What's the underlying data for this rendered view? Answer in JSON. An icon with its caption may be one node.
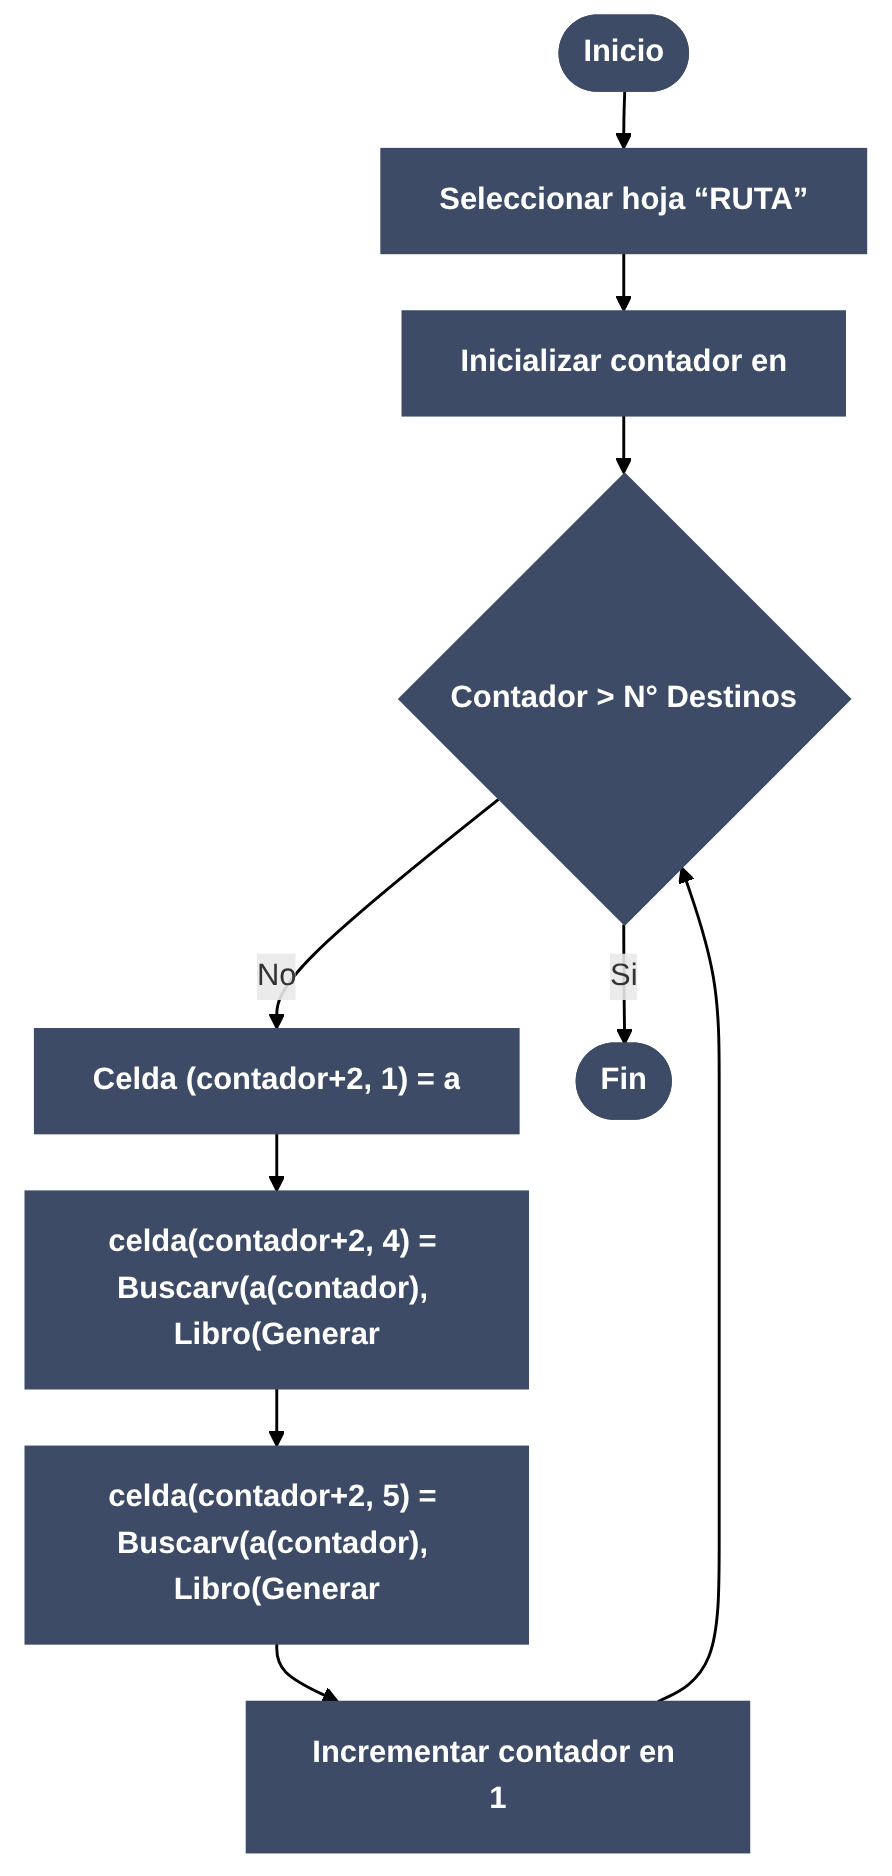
{
  "diagram": {
    "nodes": [
      {
        "text": [
          "Inicio"
        ]
      },
      {
        "text": [
          "Seleccionar hoja “RUTA”"
        ]
      },
      {
        "text": [
          "Inicializar contador en"
        ]
      },
      {
        "text": [
          "Contador > N° Destinos"
        ]
      },
      {
        "text": [
          "Celda (contador+2, 1) = a"
        ]
      },
      {
        "text": [
          "celda(contador+2, 4) = Buscarv(a(contador), Libro(Generar"
        ]
      },
      {
        "text": [
          "celda(contador+2, 5) = Buscarv(a(contador), Libro(Generar"
        ]
      },
      {
        "text": [
          "Incrementar contador en 1"
        ]
      },
      {
        "text": [
          "Fin"
        ]
      }
    ],
    "edges": [
      {
        "from": 0,
        "to": 1,
        "arrow": "to"
      },
      {
        "from": 1,
        "to": 2,
        "arrow": "to"
      },
      {
        "from": 2,
        "to": 3,
        "arrow": "to"
      },
      {
        "from": 3,
        "to": 4,
        "arrow": "to",
        "label": "No"
      },
      {
        "from": 4,
        "to": 5,
        "arrow": "to"
      },
      {
        "from": 5,
        "to": 6,
        "arrow": "to"
      },
      {
        "from": 6,
        "to": 7,
        "arrow": "to"
      },
      {
        "from": 7,
        "to": 3,
        "arrow": "to"
      },
      {
        "from": 3,
        "to": 8,
        "arrow": "to",
        "label": "Si"
      }
    ]
  }
}
